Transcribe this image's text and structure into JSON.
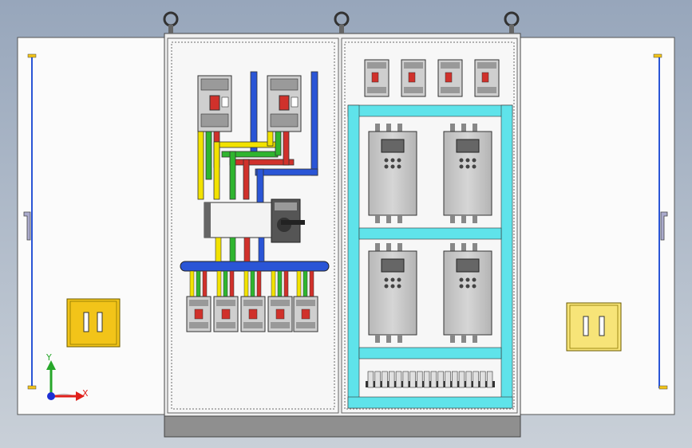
{
  "viewport": {
    "background": "#a9b6c7"
  },
  "axes": {
    "x_label": "X",
    "y_label": "Y"
  },
  "colors": {
    "cabinet_body": "#f7f7f7",
    "door": "#fbfbfb",
    "frame": "#e8e8e8",
    "plinth": "#8f8f8f",
    "cyan_rail": "#5fe3ea",
    "busbar_blue": "#2a55d6",
    "busbar_yellow": "#f2e200",
    "busbar_green": "#2fb52f",
    "busbar_red": "#d0312b",
    "drive_body": "#c9c9c9",
    "handle_box": "#f2c419",
    "hinge_rod": "#2a55d6",
    "axis_x": "#e0211c",
    "axis_y": "#27a72a",
    "axis_z": "#1d2fd4"
  },
  "components": {
    "left_panel": {
      "main_breakers": 2,
      "feeder_breakers": 5,
      "isolator_switch": "rotary-isolator-icon"
    },
    "right_panel": {
      "mcb_modules": 4,
      "variable_frequency_drives": 4,
      "terminal_block_count": 18
    }
  }
}
